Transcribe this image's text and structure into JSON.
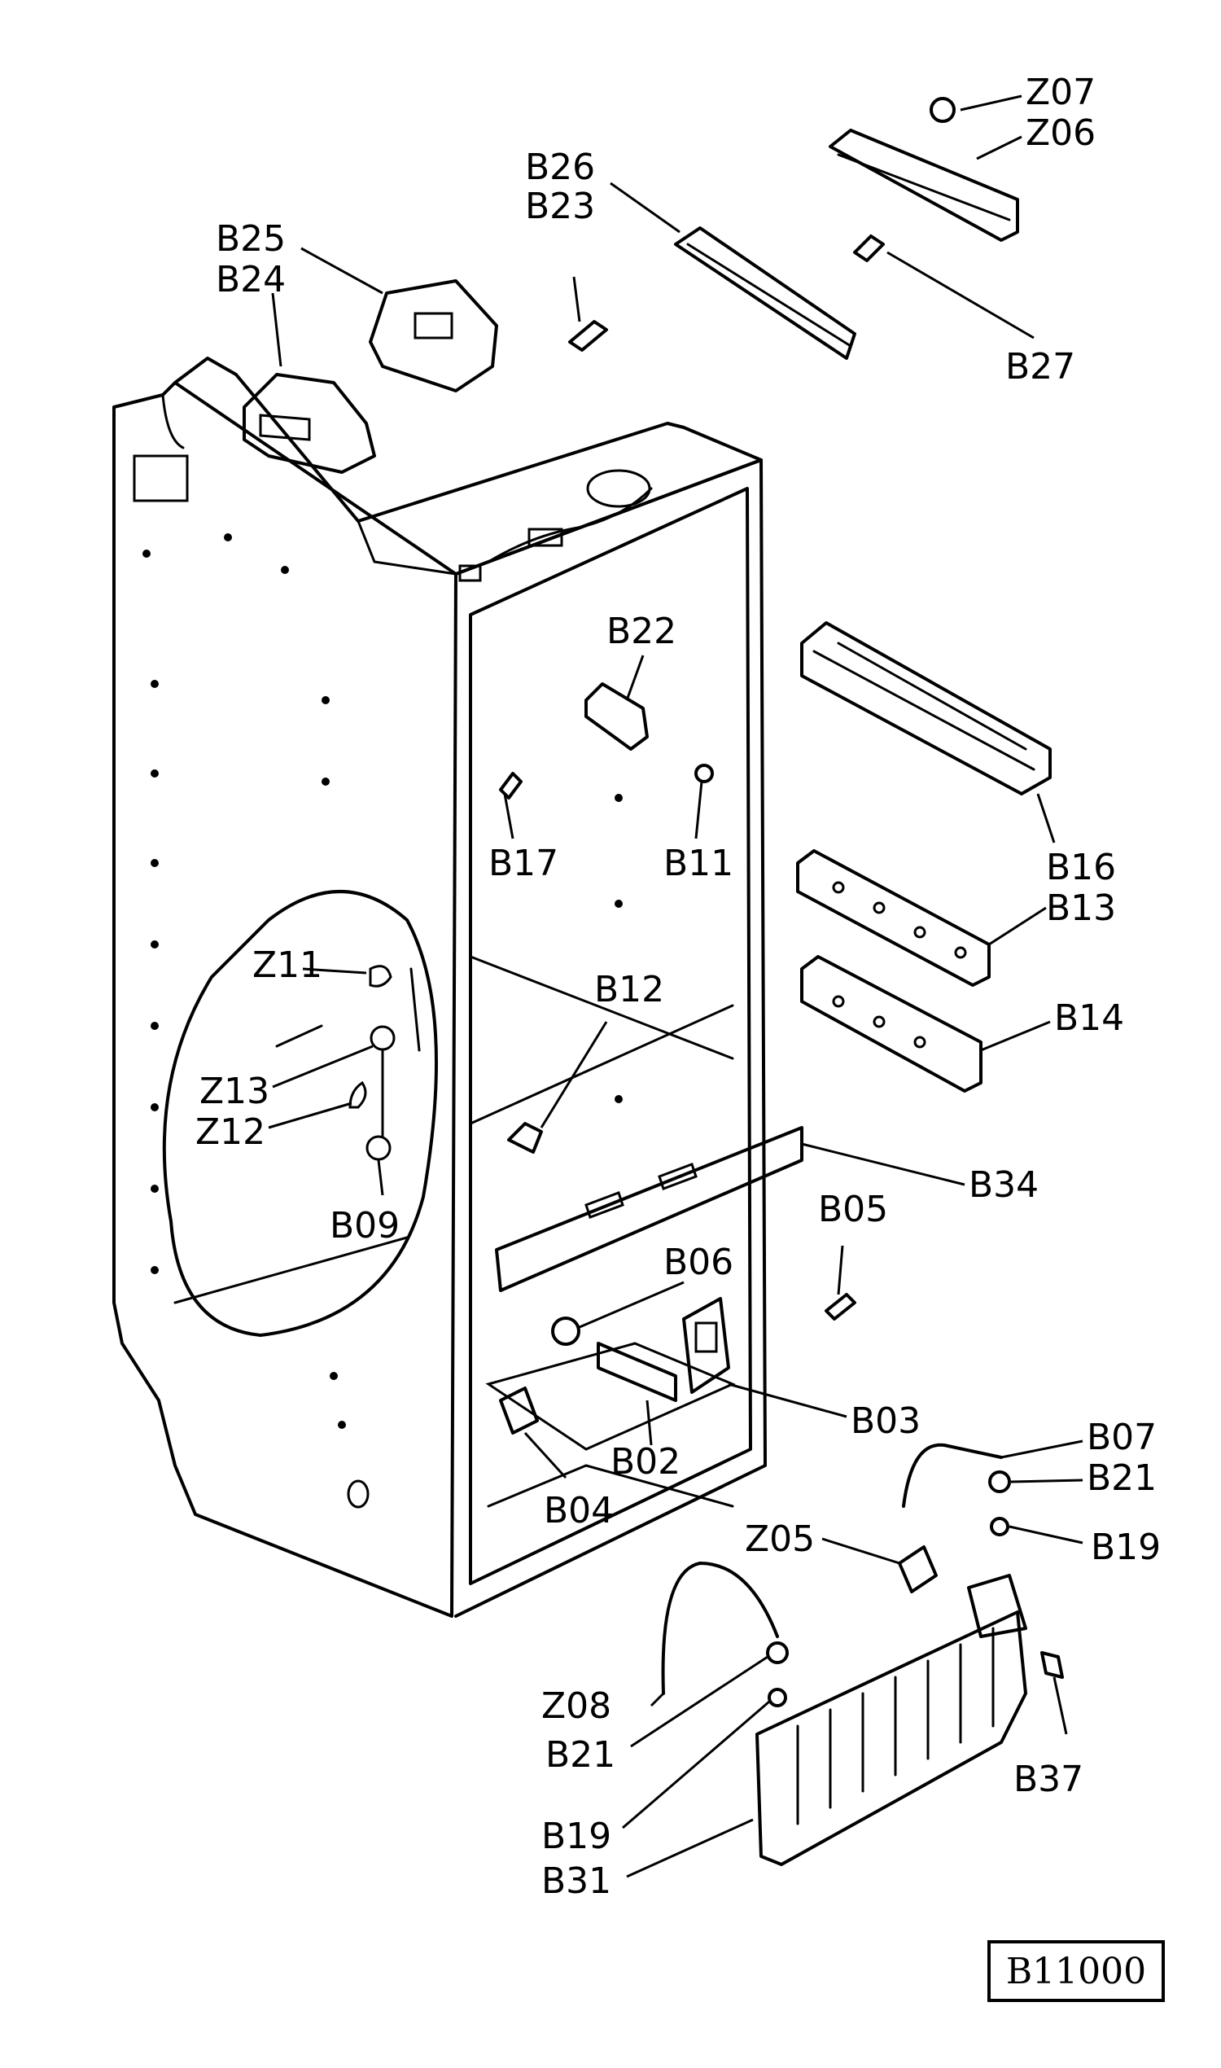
{
  "labels": {
    "Z07": "Z07",
    "Z06": "Z06",
    "B26": "B26",
    "B23": "B23",
    "B25": "B25",
    "B24": "B24",
    "B27": "B27",
    "B22": "B22",
    "B17": "B17",
    "B11": "B11",
    "B16": "B16",
    "B13": "B13",
    "B14": "B14",
    "Z11": "Z11",
    "Z13": "Z13",
    "Z12": "Z12",
    "B12": "B12",
    "B09": "B09",
    "B34": "B34",
    "B05": "B05",
    "B06": "B06",
    "B03": "B03",
    "B02": "B02",
    "B04": "B04",
    "B07": "B07",
    "B21a": "B21",
    "B19a": "B19",
    "Z05": "Z05",
    "B37": "B37",
    "Z08": "Z08",
    "B21b": "B21",
    "B19b": "B19",
    "B31": "B31"
  },
  "diagram_code": "B11000"
}
